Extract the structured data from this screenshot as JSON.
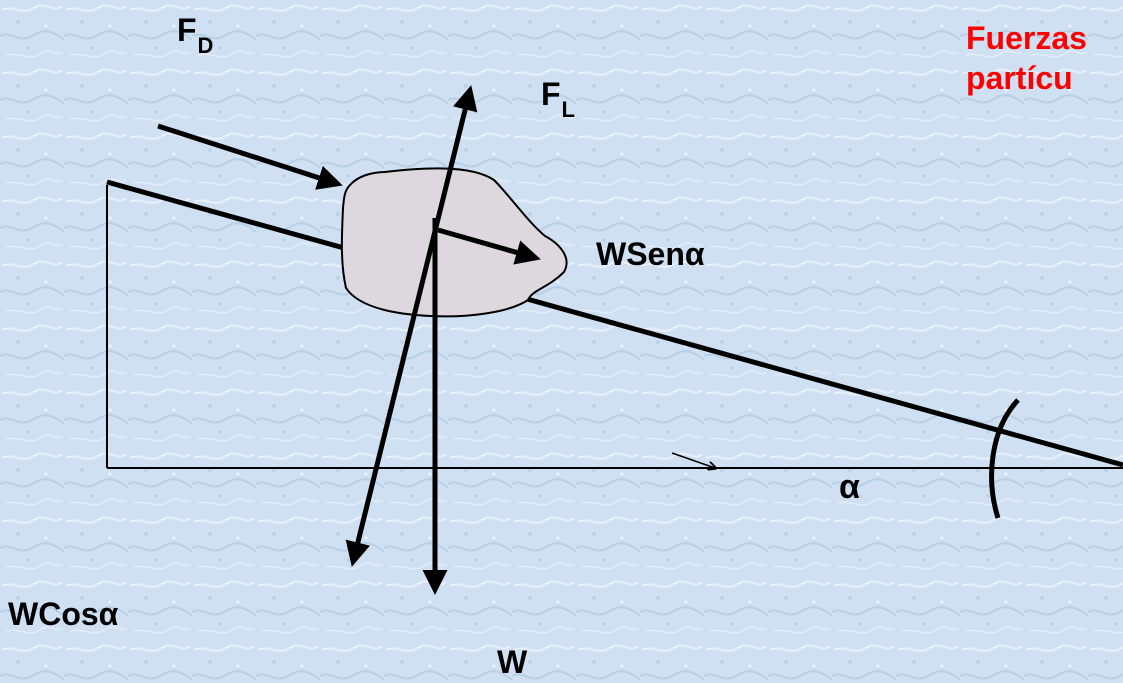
{
  "title": {
    "line1": "Fuerzas",
    "line2": "partícu"
  },
  "labels": {
    "fd_main": "F",
    "fd_sub": "D",
    "fl_main": "F",
    "fl_sub": "L",
    "wsen": "WSenα",
    "alpha": "α",
    "wcos": "WCosα",
    "w": "W"
  },
  "colors": {
    "background": "#cfe0f2",
    "title": "#ff0000",
    "lines": "#000000",
    "particle_fill": "#ddd8de"
  }
}
